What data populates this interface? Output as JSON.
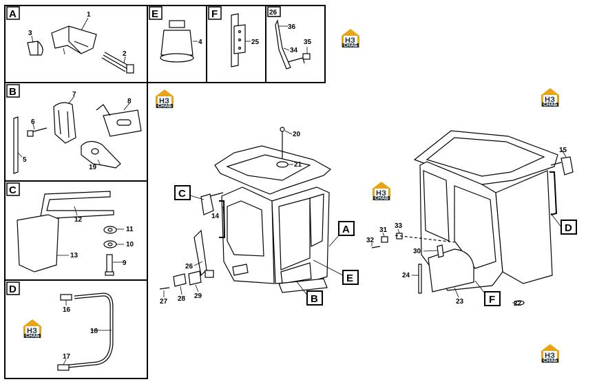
{
  "panels": {
    "A": "A",
    "B": "B",
    "C": "C",
    "D": "D",
    "E": "E",
    "F": "F",
    "n26": "26"
  },
  "callouts": {
    "A": "A",
    "B": "B",
    "C": "C",
    "D": "D",
    "E": "E",
    "F": "F"
  },
  "parts": {
    "p1": "1",
    "p2": "2",
    "p3": "3",
    "p4": "4",
    "p5": "5",
    "p6": "6",
    "p7": "7",
    "p8": "8",
    "p9": "9",
    "p10": "10",
    "p11": "11",
    "p12": "12",
    "p13": "13",
    "p14": "14",
    "p15": "15",
    "p16": "16",
    "p17": "17",
    "p18": "18",
    "p19": "19",
    "p20": "20",
    "p21": "21",
    "p22": "22",
    "p23": "23",
    "p24": "24",
    "p25": "25",
    "p26": "26",
    "p27": "27",
    "p28": "28",
    "p29": "29",
    "p30": "30",
    "p31": "31",
    "p32": "32",
    "p33": "33",
    "p34": "34",
    "p35": "35",
    "p36": "36"
  },
  "logo": {
    "top": "НЗ",
    "bottom": "СНАБ",
    "color_gold": "#e8a317",
    "color_dark": "#1b2a3a"
  }
}
